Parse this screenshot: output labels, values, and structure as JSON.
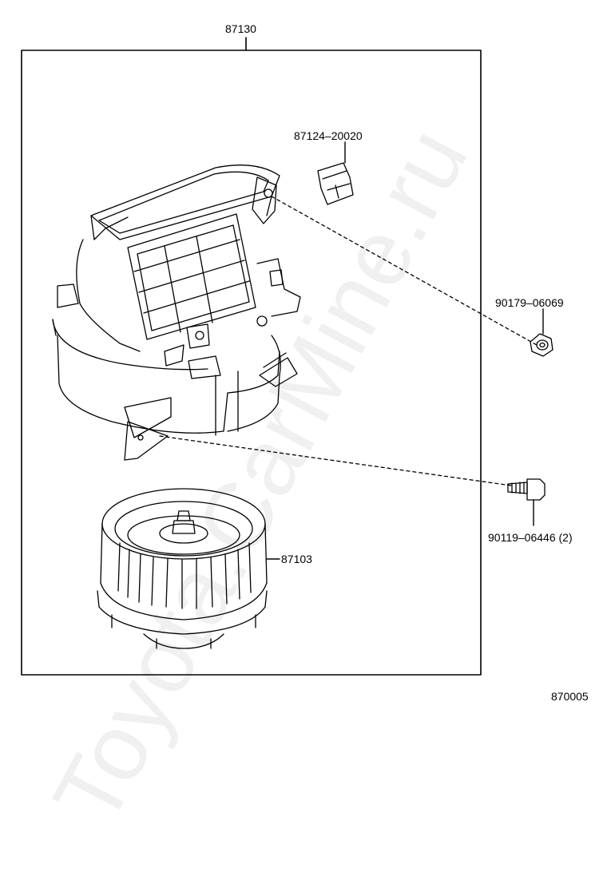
{
  "parts": {
    "assembly": "87130",
    "bracket": "87124–20020",
    "nut": "90179–06069",
    "screw": "90119–06446 (2)",
    "motor": "87103"
  },
  "reference_number": "870005",
  "watermark": "Toyota.CarMine.ru",
  "colors": {
    "line": "#000000",
    "background": "#ffffff"
  }
}
